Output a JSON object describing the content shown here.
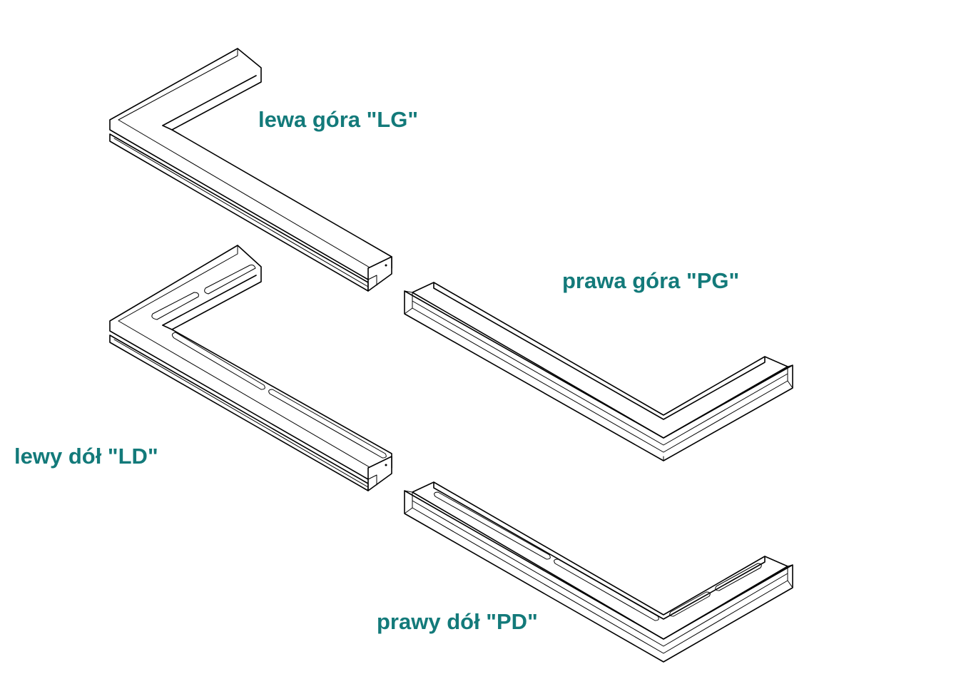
{
  "parts": [
    {
      "id": "lg",
      "label": "lewa góra \"LG\""
    },
    {
      "id": "pg",
      "label": "prawa góra \"PG\""
    },
    {
      "id": "ld",
      "label": "lewy dół \"LD\""
    },
    {
      "id": "pd",
      "label": "prawy dół \"PD\""
    }
  ],
  "colors": {
    "label_text": "#137A7A",
    "line": "#000000",
    "background": "#FFFFFF"
  }
}
